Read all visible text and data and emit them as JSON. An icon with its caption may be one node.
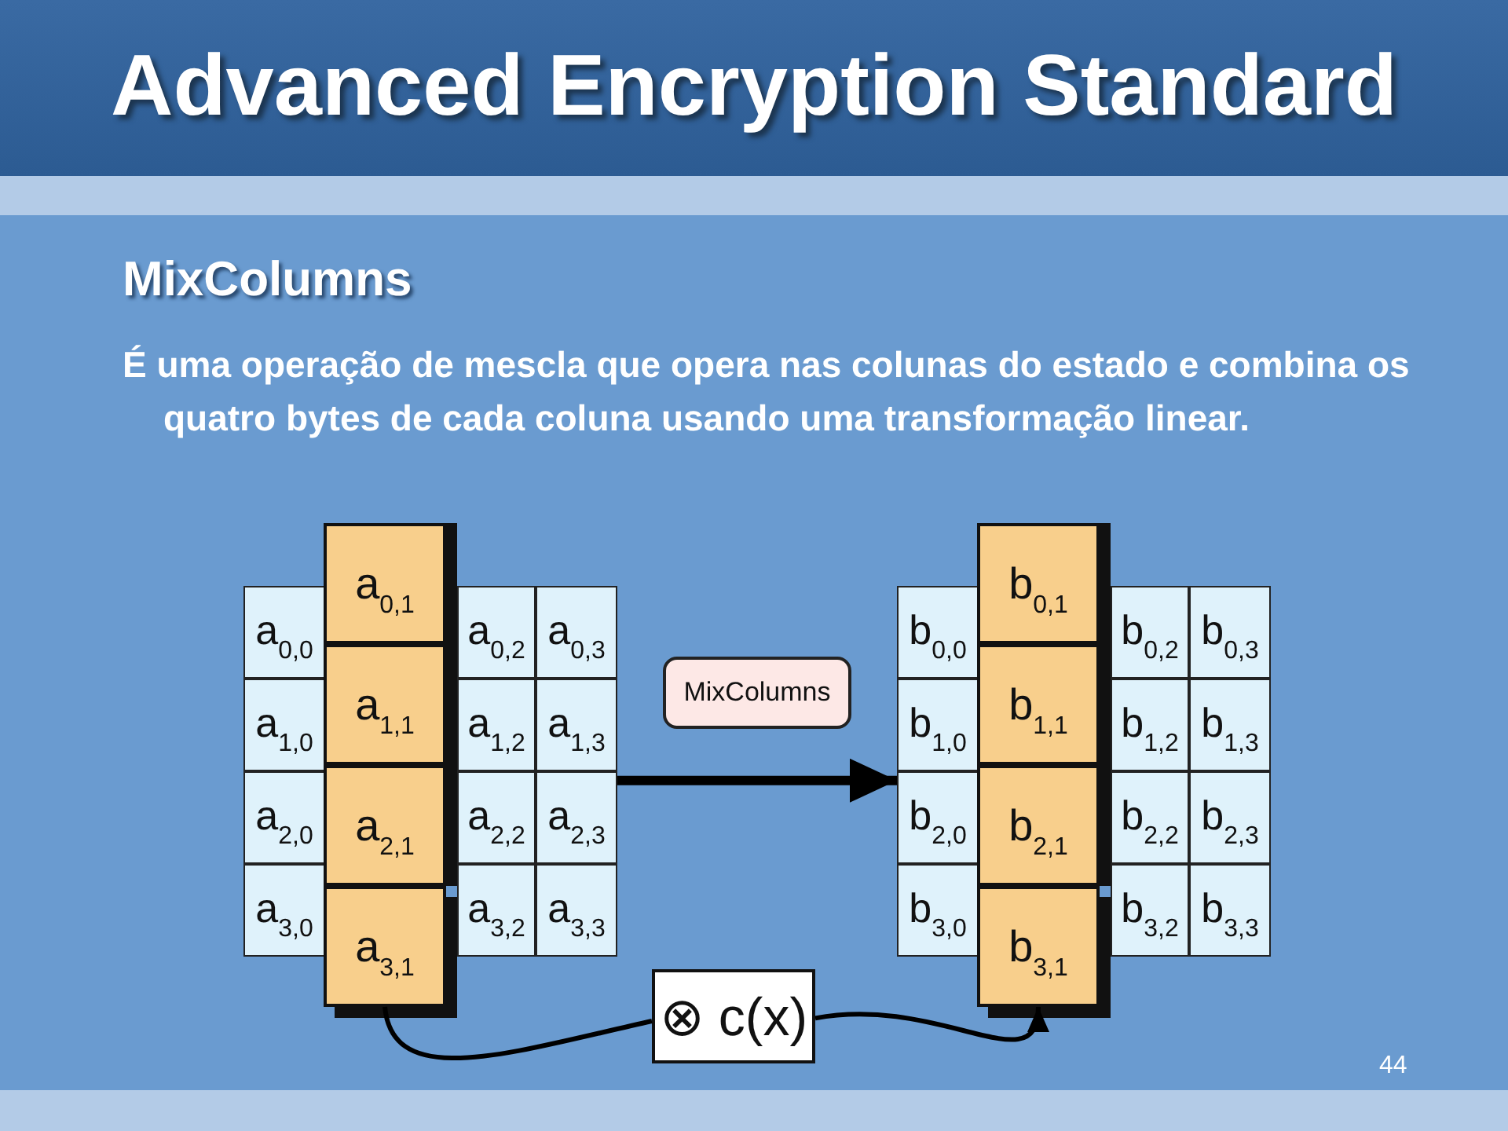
{
  "diagram": {
    "title": "Advanced Encryption Standard",
    "nodes": [
      {
        "text": [
          "a$_{0,1}$"
        ]
      },
      {
        "text": [
          "a$_{0,0}$"
        ]
      },
      {
        "text": [
          "a$_{0,2}$"
        ]
      },
      {
        "text": [
          "a$_{0,3}$"
        ]
      },
      {
        "text": [
          "a$_{1,1}$"
        ]
      },
      {
        "text": [
          "a$_{1,0}$"
        ]
      },
      {
        "text": [
          "a$_{1,2}$"
        ]
      },
      {
        "text": [
          "a$_{1,3}$"
        ]
      },
      {
        "text": [
          "a$_{2,1}$"
        ]
      },
      {
        "text": [
          "a$_{2,0}$"
        ]
      },
      {
        "text": [
          "a$_{2,2}$"
        ]
      },
      {
        "text": [
          "a$_{2,3}$"
        ]
      },
      {
        "text": [
          "a$_{3,1}$"
        ]
      },
      {
        "text": [
          "a$_{3,0}$"
        ]
      },
      {
        "text": [
          "a$_{3,2}$"
        ]
      },
      {
        "text": [
          "a$_{3,3}$"
        ]
      },
      {
        "text": [
          "MixColumns"
        ]
      },
      {
        "text": [
          "b$_{0,1}$"
        ]
      },
      {
        "text": [
          "b$_{0,0}$"
        ]
      },
      {
        "text": [
          "b$_{0,2}$"
        ]
      },
      {
        "text": [
          "b$_{0,3}$"
        ]
      },
      {
        "text": [
          "b$_{1,1}$"
        ]
      },
      {
        "text": [
          "b$_{1,0}$"
        ]
      },
      {
        "text": [
          "b$_{1,2}$"
        ]
      },
      {
        "text": [
          "b$_{1,3}$"
        ]
      },
      {
        "text": [
          "b$_{2,1}$"
        ]
      },
      {
        "text": [
          "b$_{2,0}$"
        ]
      },
      {
        "text": [
          "b$_{2,2}$"
        ]
      },
      {
        "text": [
          "b$_{2,3}$"
        ]
      },
      {
        "text": [
          "b$_{3,1}$"
        ]
      },
      {
        "text": [
          "b$_{3,0}$"
        ]
      },
      {
        "text": [
          "b$_{3,2}$"
        ]
      },
      {
        "text": [
          "b$_{3,3}$"
        ]
      },
      {
        "text": [
          "⊗ c(x)"
        ]
      }
    ],
    "edges": [
      {
        "from": 11,
        "to": 26,
        "arrow": "to",
        "style": "thick"
      },
      {
        "from": 12,
        "to": 33,
        "arrow": "none"
      },
      {
        "from": 33,
        "to": 29,
        "arrow": "to"
      }
    ],
    "labels": [
      "MixColumns",
      "É uma operação de mescla que opera nas colunas do estado e combina os quatro bytes de cada coluna usando uma transformação linear.",
      "44"
    ]
  }
}
